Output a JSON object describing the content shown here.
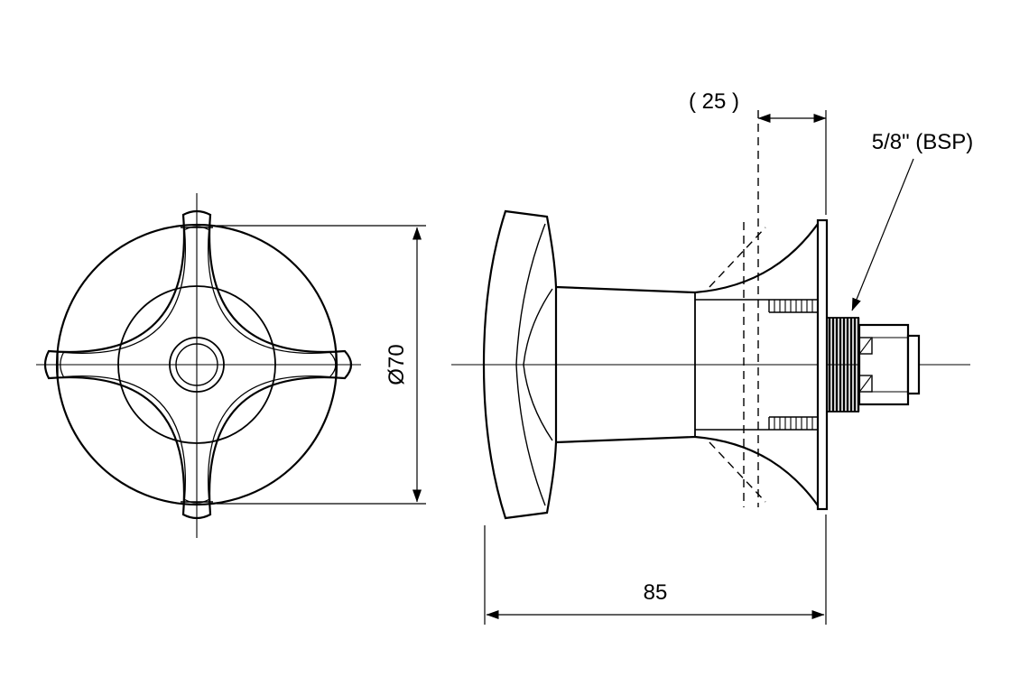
{
  "drawing": {
    "type": "technical-drawing",
    "views": {
      "front_view": "cross handle front view",
      "side_view": "valve body side section view"
    },
    "annotations": {
      "wall_offset": "( 25 )",
      "thread_spec": "5/8\" (BSP)",
      "handle_diameter": "Ø70",
      "overall_length": "85"
    }
  }
}
